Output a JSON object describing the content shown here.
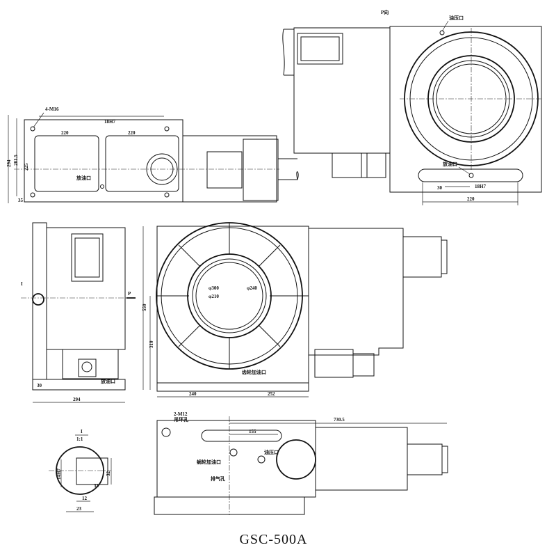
{
  "title": "GSC-500A",
  "views": {
    "p_direction": "P向",
    "section_i": "I",
    "scale": "1:1",
    "p_arrow": "P",
    "detail_i_marker": "I"
  },
  "labels": {
    "hydraulic_port_top": "油压口",
    "hydraulic_port_right": "油压口",
    "hydraulic_port_bottom": "油压口",
    "oil_inlet": "放油口",
    "oil_drain_side": "放油口",
    "fill_drain": "放油口",
    "worm_oil": "蜗轮加油口",
    "worm_oil_main": "齿轮加油口",
    "exhaust": "排气孔",
    "hole_4m16": "4-M16",
    "hole_2m12": "2-M12",
    "ring_hole": "吊环孔",
    "tslot": "18H7",
    "tslot_right": "18H7"
  },
  "dimensions": {
    "d220_left": "220",
    "d220_right": "220",
    "d294_vert": "294",
    "d281": "281.5",
    "d225": "225",
    "d35": "35",
    "d220_bottom": "220",
    "d30": "30",
    "phi300": "φ300",
    "phi240": "φ240",
    "phi210": "φ210",
    "d550": "550",
    "d310": "310",
    "d240": "240",
    "d252": "252",
    "d294_front": "294",
    "d30_front": "30",
    "d730": "730.5",
    "d155": "155",
    "d32": "32",
    "d14h7": "14H7",
    "d33": "33",
    "d12": "12",
    "d23": "23"
  }
}
